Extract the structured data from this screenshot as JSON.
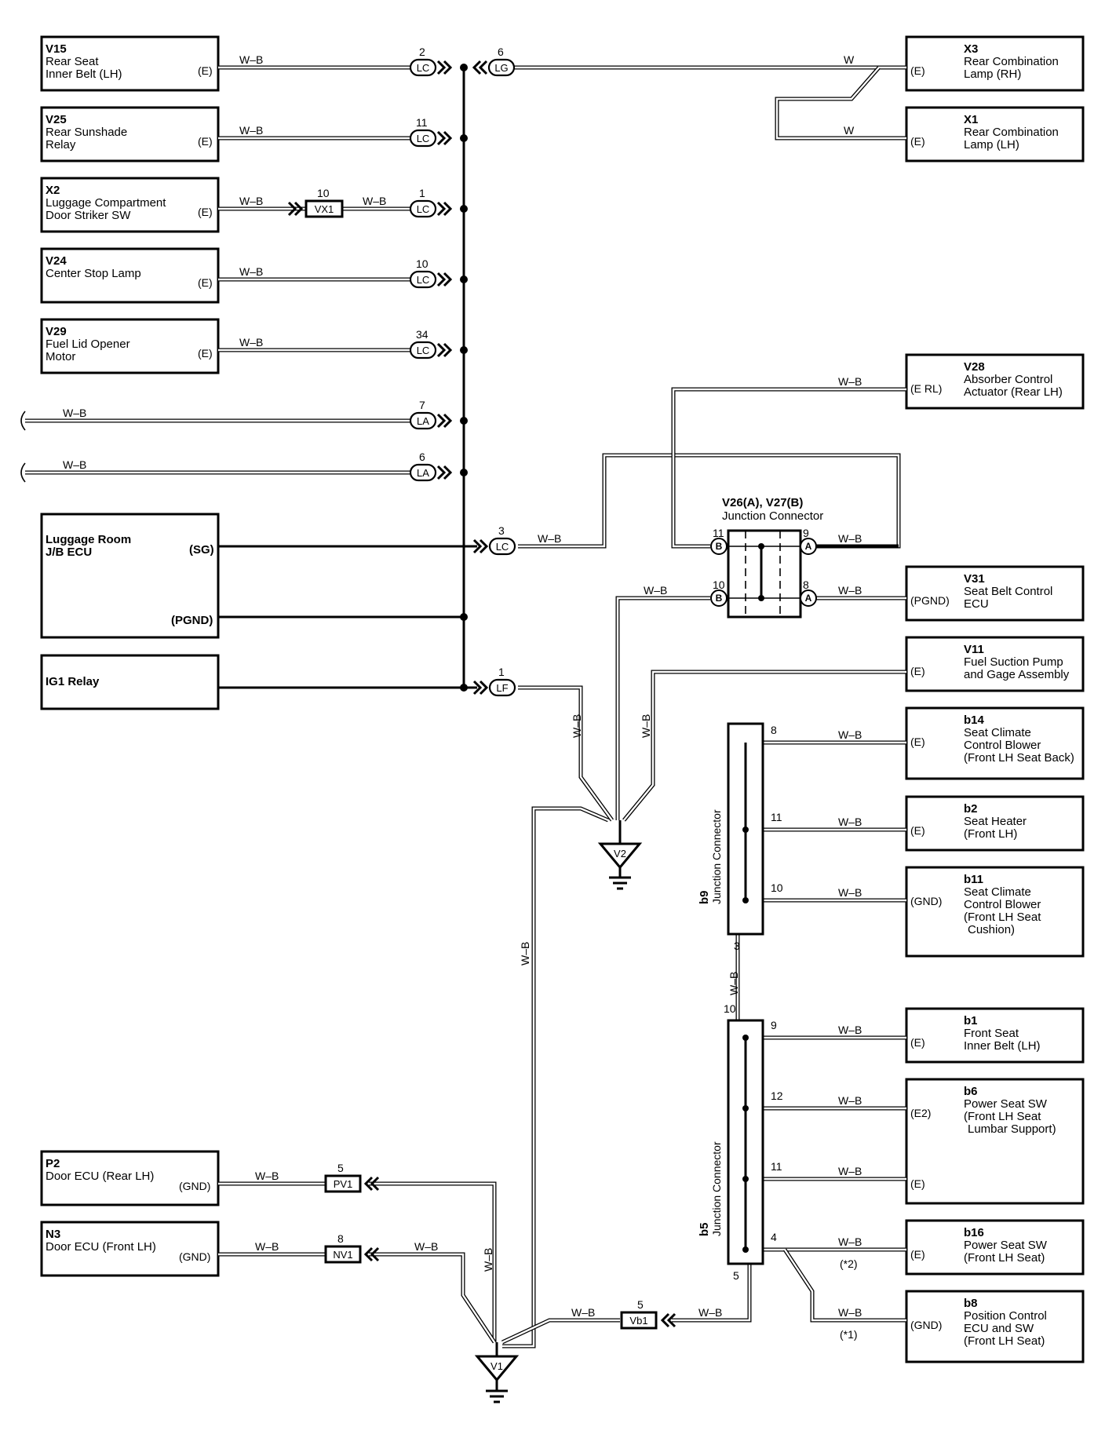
{
  "components": {
    "v15": {
      "code": "V15",
      "line1": "Rear Seat",
      "line2": "Inner Belt (LH)",
      "term": "(E)"
    },
    "v25": {
      "code": "V25",
      "line1": "Rear Sunshade",
      "line2": "Relay",
      "term": "(E)"
    },
    "x2": {
      "code": "X2",
      "line1": "Luggage Compartment",
      "line2": "Door Striker SW",
      "term": "(E)"
    },
    "v24": {
      "code": "V24",
      "line1": "Center Stop Lamp",
      "term": "(E)"
    },
    "v29": {
      "code": "V29",
      "line1": "Fuel Lid Opener",
      "line2": "Motor",
      "term": "(E)"
    },
    "jbecu": {
      "line1": "Luggage Room",
      "line2": "J/B ECU",
      "term1": "(SG)",
      "term2": "(PGND)"
    },
    "ig1": {
      "line1": "IG1 Relay"
    },
    "p2": {
      "code": "P2",
      "line1": "Door ECU (Rear LH)",
      "term": "(GND)"
    },
    "n3": {
      "code": "N3",
      "line1": "Door ECU (Front LH)",
      "term": "(GND)"
    },
    "x3": {
      "code": "X3",
      "line1": "Rear Combination",
      "line2": "Lamp (RH)",
      "term": "(E)"
    },
    "x1": {
      "code": "X1",
      "line1": "Rear Combination",
      "line2": "Lamp (LH)",
      "term": "(E)"
    },
    "v28": {
      "code": "V28",
      "line1": "Absorber Control",
      "line2": "Actuator (Rear LH)",
      "term": "(E RL)"
    },
    "v31": {
      "code": "V31",
      "line1": "Seat Belt Control",
      "line2": "ECU",
      "term": "(PGND)"
    },
    "v11": {
      "code": "V11",
      "line1": "Fuel Suction Pump",
      "line2": "and Gage Assembly",
      "term": "(E)"
    },
    "b14": {
      "code": "b14",
      "line1": "Seat Climate",
      "line2": "Control Blower",
      "line3": "(Front LH Seat Back)",
      "term": "(E)"
    },
    "b2": {
      "code": "b2",
      "line1": "Seat Heater",
      "line2": "(Front LH)",
      "term": "(E)"
    },
    "b11": {
      "code": "b11",
      "line1": "Seat Climate",
      "line2": "Control Blower",
      "line3": "(Front LH Seat",
      "line4": "Cushion)",
      "term": "(GND)"
    },
    "b1": {
      "code": "b1",
      "line1": "Front Seat",
      "line2": "Inner Belt (LH)",
      "term": "(E)"
    },
    "b6": {
      "code": "b6",
      "line1": "Power Seat SW",
      "line2": "(Front LH Seat",
      "line3": "Lumbar Support)",
      "term1": "(E2)",
      "term2": "(E)"
    },
    "b16": {
      "code": "b16",
      "line1": "Power Seat SW",
      "line2": "(Front LH Seat)",
      "term": "(E)"
    },
    "b8": {
      "code": "b8",
      "line1": "Position Control",
      "line2": "ECU and SW",
      "line3": "(Front LH Seat)",
      "term": "(GND)"
    }
  },
  "junction": {
    "v26v27_title": "V26(A), V27(B)",
    "v26v27_sub": "Junction Connector",
    "b9_code": "b9",
    "b5_code": "b5",
    "jc_label": "Junction Connector"
  },
  "connectors": {
    "LC": "LC",
    "LG": "LG",
    "LA": "LA",
    "LF": "LF",
    "VX1": "VX1",
    "PV1": "PV1",
    "NV1": "NV1",
    "Vb1": "Vb1",
    "A": "A",
    "B": "B"
  },
  "grounds": {
    "v2": "V2",
    "v1": "V1"
  },
  "wires": {
    "wb": "W–B",
    "w": "W"
  },
  "pins": {
    "p2": "2",
    "p6": "6",
    "p11": "11",
    "p10": "10",
    "p1": "1",
    "p34": "34",
    "p7": "7",
    "p3": "3",
    "p9": "9",
    "p8": "8",
    "p12": "12",
    "p4": "4",
    "p5": "5"
  },
  "notes": {
    "n2": "(*2)",
    "n1": "(*1)"
  }
}
